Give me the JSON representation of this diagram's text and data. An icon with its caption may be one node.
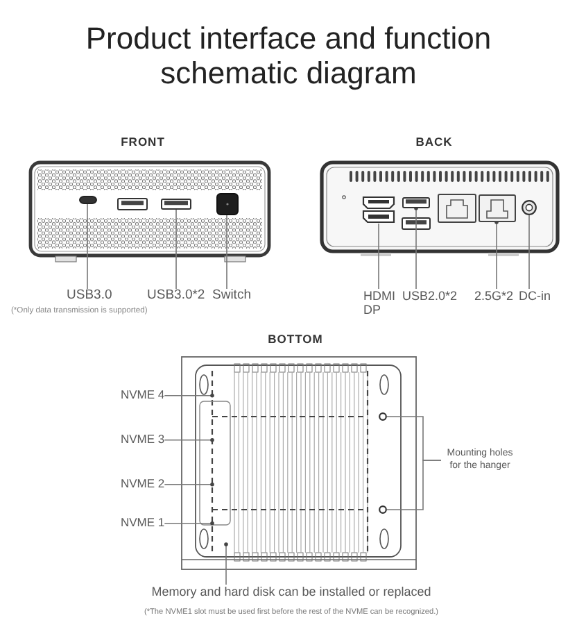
{
  "diagram": {
    "title": "Product interface and function schematic diagram",
    "nodes": [
      {
        "text": [
          "USB3.0"
        ],
        "beside": [
          "(*Only data transmission is supported)"
        ]
      },
      {
        "text": [],
        "shape": "box"
      },
      {
        "text": [
          "USB3.0*2"
        ]
      },
      {
        "text": [],
        "shape": "box"
      },
      {
        "text": [
          "Switch"
        ]
      },
      {
        "text": [],
        "shape": "box"
      },
      {
        "text": [
          "HDMI DP"
        ]
      },
      {
        "text": [],
        "shape": "box"
      },
      {
        "text": [
          "USB2.0*2"
        ]
      },
      {
        "text": [],
        "shape": "box"
      },
      {
        "text": [
          "2.5G*2"
        ]
      },
      {
        "text": [],
        "shape": "box"
      },
      {
        "text": [
          "DC-in"
        ]
      },
      {
        "text": [],
        "shape": "circle"
      },
      {
        "text": [
          "NVME 4"
        ]
      },
      {
        "text": [
          "NVME 3"
        ]
      },
      {
        "text": [
          "NVME 2"
        ]
      },
      {
        "text": [
          "NVME 1"
        ]
      },
      {
        "text": [
          "Mounting holes for the hanger"
        ]
      },
      {
        "text": [],
        "shape": "circle"
      },
      {
        "text": [],
        "shape": "circle"
      },
      {
        "text": [
          "Memory and hard disk can be installed or replaced"
        ]
      }
    ],
    "edges": [
      {
        "from": 0,
        "to": 1,
        "arrow": "none"
      },
      {
        "from": 2,
        "to": 3,
        "arrow": "none"
      },
      {
        "from": 4,
        "to": 5,
        "arrow": "none"
      },
      {
        "from": 6,
        "to": 7,
        "arrow": "none"
      },
      {
        "from": 8,
        "to": 9,
        "arrow": "other"
      },
      {
        "from": 10,
        "to": 11,
        "arrow": "other"
      },
      {
        "from": 12,
        "to": 13,
        "arrow": "none"
      },
      {
        "from": 14,
        "to": null,
        "arrow": "other"
      },
      {
        "from": 15,
        "to": null,
        "arrow": "other"
      },
      {
        "from": 16,
        "to": null,
        "arrow": "other"
      },
      {
        "from": 17,
        "to": null,
        "arrow": "other"
      },
      {
        "from": 18,
        "to": 19,
        "arrow": "none"
      },
      {
        "from": 18,
        "to": 20,
        "arrow": "none"
      },
      {
        "from": 21,
        "to": null,
        "arrow": "other"
      }
    ],
    "labels": [
      "FRONT",
      "BACK",
      "BOTTOM",
      "(*The NVME1 slot must be used first before the rest of the NVME can be recognized.)"
    ]
  }
}
